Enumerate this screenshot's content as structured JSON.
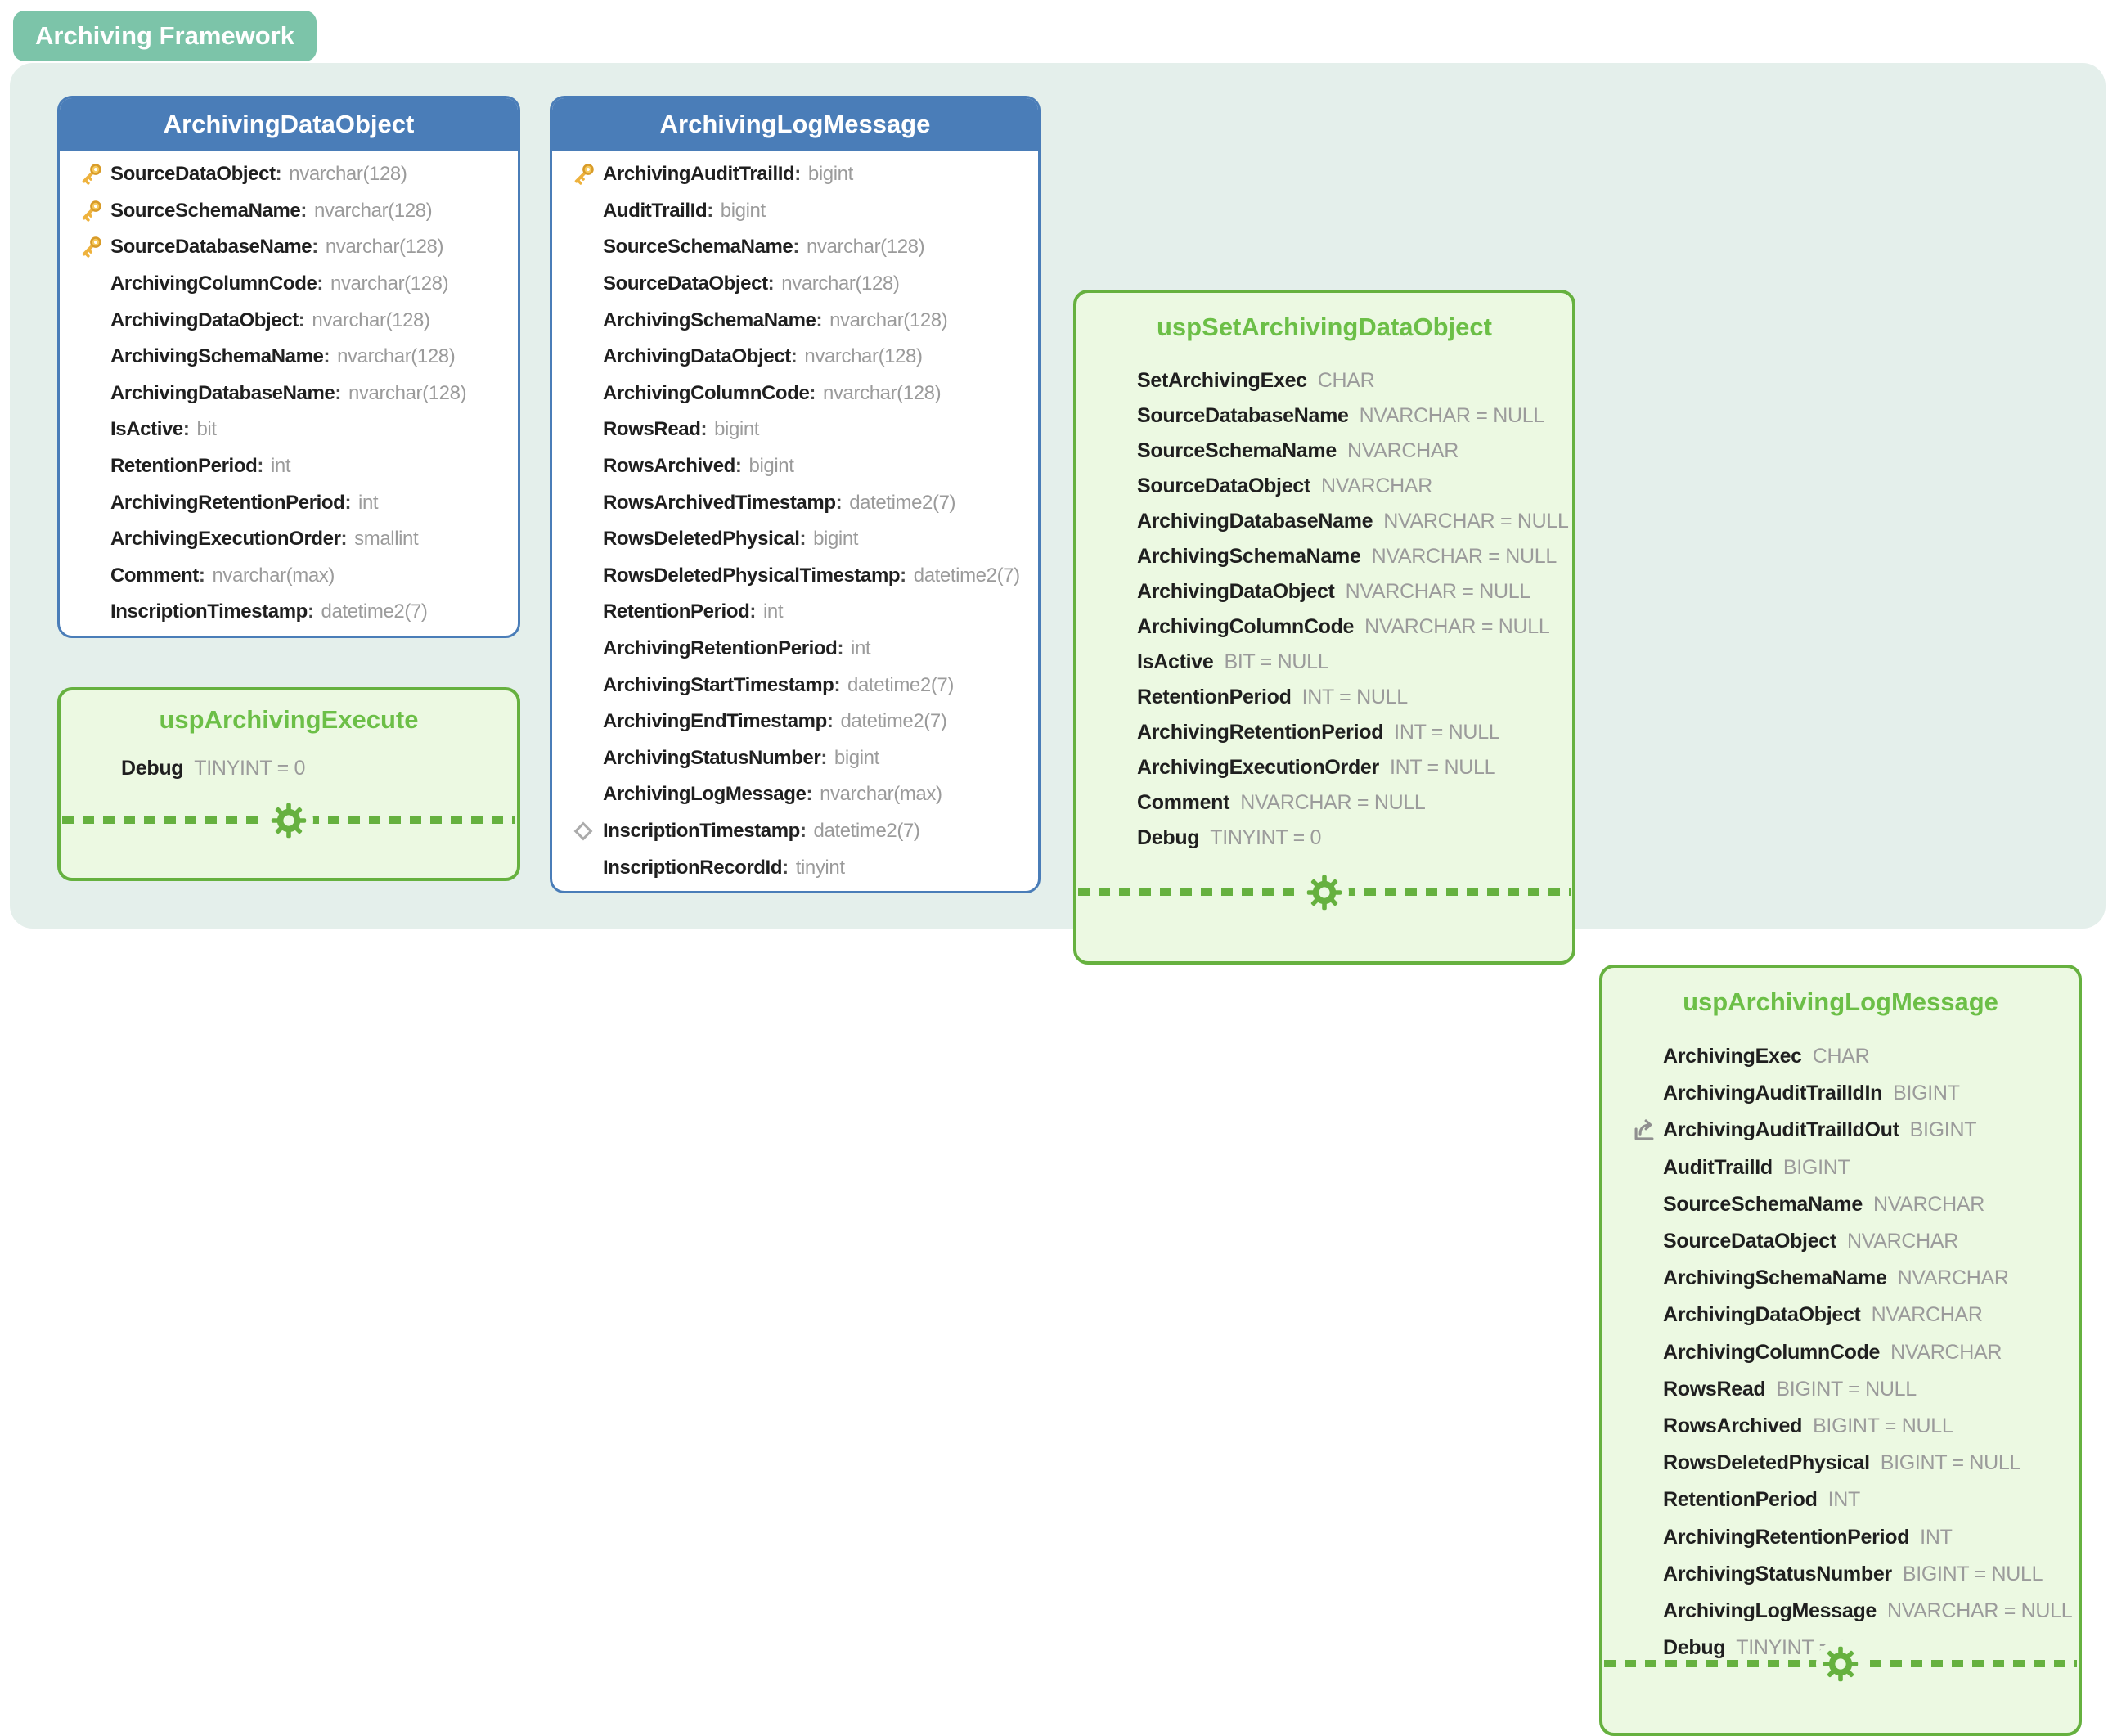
{
  "badge": {
    "label": "Archiving Framework"
  },
  "colors": {
    "badge_bg": "#7cc4a9",
    "canvas_bg": "#e4efeb",
    "table_header_bg": "#4a7db8",
    "procedure_border": "#66b13f",
    "procedure_title": "#6cbf47",
    "procedure_bg": "#ecf9e2",
    "field_name_text": "#1f1f1f",
    "type_text": "#9b9b9b",
    "key_icon_gold": "#eeb23d"
  },
  "tables": [
    {
      "title": "ArchivingDataObject",
      "fields": [
        {
          "icon": "key",
          "name": "SourceDataObject",
          "sep": ":",
          "type": "nvarchar(128)"
        },
        {
          "icon": "key",
          "name": "SourceSchemaName",
          "sep": ":",
          "type": "nvarchar(128)"
        },
        {
          "icon": "key",
          "name": "SourceDatabaseName",
          "sep": ":",
          "type": "nvarchar(128)"
        },
        {
          "name": "ArchivingColumnCode",
          "sep": ":",
          "type": "nvarchar(128)"
        },
        {
          "name": "ArchivingDataObject",
          "sep": ":",
          "type": "nvarchar(128)"
        },
        {
          "name": "ArchivingSchemaName",
          "sep": ":",
          "type": "nvarchar(128)"
        },
        {
          "name": "ArchivingDatabaseName",
          "sep": ":",
          "type": "nvarchar(128)"
        },
        {
          "name": "IsActive",
          "sep": ":",
          "type": "bit"
        },
        {
          "name": "RetentionPeriod",
          "sep": ":",
          "type": "int"
        },
        {
          "name": "ArchivingRetentionPeriod",
          "sep": ":",
          "type": "int"
        },
        {
          "name": "ArchivingExecutionOrder",
          "sep": ":",
          "type": "smallint"
        },
        {
          "name": "Comment",
          "sep": ":",
          "type": "nvarchar(max)"
        },
        {
          "name": "InscriptionTimestamp",
          "sep": ":",
          "type": "datetime2(7)"
        }
      ]
    },
    {
      "title": "ArchivingLogMessage",
      "fields": [
        {
          "icon": "key",
          "name": "ArchivingAuditTrailId",
          "sep": ":",
          "type": "bigint"
        },
        {
          "name": "AuditTrailId",
          "sep": ":",
          "type": "bigint"
        },
        {
          "name": "SourceSchemaName",
          "sep": ":",
          "type": "nvarchar(128)"
        },
        {
          "name": "SourceDataObject",
          "sep": ":",
          "type": "nvarchar(128)"
        },
        {
          "name": "ArchivingSchemaName",
          "sep": ":",
          "type": "nvarchar(128)"
        },
        {
          "name": "ArchivingDataObject",
          "sep": ":",
          "type": "nvarchar(128)"
        },
        {
          "name": "ArchivingColumnCode",
          "sep": ":",
          "type": "nvarchar(128)"
        },
        {
          "name": "RowsRead",
          "sep": ":",
          "type": "bigint"
        },
        {
          "name": "RowsArchived",
          "sep": ":",
          "type": "bigint"
        },
        {
          "name": "RowsArchivedTimestamp",
          "sep": ":",
          "type": "datetime2(7)"
        },
        {
          "name": "RowsDeletedPhysical",
          "sep": ":",
          "type": "bigint"
        },
        {
          "name": "RowsDeletedPhysicalTimestamp",
          "sep": ":",
          "type": "datetime2(7)"
        },
        {
          "name": "RetentionPeriod",
          "sep": ":",
          "type": "int"
        },
        {
          "name": "ArchivingRetentionPeriod",
          "sep": ":",
          "type": "int"
        },
        {
          "name": "ArchivingStartTimestamp",
          "sep": ":",
          "type": "datetime2(7)"
        },
        {
          "name": "ArchivingEndTimestamp",
          "sep": ":",
          "type": "datetime2(7)"
        },
        {
          "name": "ArchivingStatusNumber",
          "sep": ":",
          "type": "bigint"
        },
        {
          "name": "ArchivingLogMessage",
          "sep": ":",
          "type": "nvarchar(max)"
        },
        {
          "icon": "diamond",
          "name": "InscriptionTimestamp",
          "sep": ":",
          "type": "datetime2(7)"
        },
        {
          "name": "InscriptionRecordId",
          "sep": ":",
          "type": "tinyint"
        }
      ]
    }
  ],
  "procedures": [
    {
      "title": "uspArchivingExecute",
      "params": [
        {
          "name": "Debug",
          "type": "TINYINT = 0"
        }
      ]
    },
    {
      "title": "uspSetArchivingDataObject",
      "params": [
        {
          "name": "SetArchivingExec",
          "type": "CHAR"
        },
        {
          "name": "SourceDatabaseName",
          "type": "NVARCHAR = NULL"
        },
        {
          "name": "SourceSchemaName",
          "type": "NVARCHAR"
        },
        {
          "name": "SourceDataObject",
          "type": "NVARCHAR"
        },
        {
          "name": "ArchivingDatabaseName",
          "type": "NVARCHAR = NULL"
        },
        {
          "name": "ArchivingSchemaName",
          "type": "NVARCHAR = NULL"
        },
        {
          "name": "ArchivingDataObject",
          "type": "NVARCHAR = NULL"
        },
        {
          "name": "ArchivingColumnCode",
          "type": "NVARCHAR = NULL"
        },
        {
          "name": "IsActive",
          "type": "BIT = NULL"
        },
        {
          "name": "RetentionPeriod",
          "type": "INT = NULL"
        },
        {
          "name": "ArchivingRetentionPeriod",
          "type": "INT = NULL"
        },
        {
          "name": "ArchivingExecutionOrder",
          "type": "INT = NULL"
        },
        {
          "name": "Comment",
          "type": "NVARCHAR = NULL"
        },
        {
          "name": "Debug",
          "type": "TINYINT = 0"
        }
      ]
    },
    {
      "title": "uspArchivingLogMessage",
      "params": [
        {
          "name": "ArchivingExec",
          "type": "CHAR"
        },
        {
          "name": "ArchivingAuditTrailIdIn",
          "type": "BIGINT"
        },
        {
          "icon": "output",
          "name": "ArchivingAuditTrailIdOut",
          "type": "BIGINT"
        },
        {
          "name": "AuditTrailId",
          "type": "BIGINT"
        },
        {
          "name": "SourceSchemaName",
          "type": "NVARCHAR"
        },
        {
          "name": "SourceDataObject",
          "type": "NVARCHAR"
        },
        {
          "name": "ArchivingSchemaName",
          "type": "NVARCHAR"
        },
        {
          "name": "ArchivingDataObject",
          "type": "NVARCHAR"
        },
        {
          "name": "ArchivingColumnCode",
          "type": "NVARCHAR"
        },
        {
          "name": "RowsRead",
          "type": "BIGINT = NULL"
        },
        {
          "name": "RowsArchived",
          "type": "BIGINT = NULL"
        },
        {
          "name": "RowsDeletedPhysical",
          "type": "BIGINT = NULL"
        },
        {
          "name": "RetentionPeriod",
          "type": "INT"
        },
        {
          "name": "ArchivingRetentionPeriod",
          "type": "INT"
        },
        {
          "name": "ArchivingStatusNumber",
          "type": "BIGINT = NULL"
        },
        {
          "name": "ArchivingLogMessage",
          "type": "NVARCHAR = NULL"
        },
        {
          "name": "Debug",
          "type": "TINYINT = 0"
        }
      ]
    }
  ]
}
